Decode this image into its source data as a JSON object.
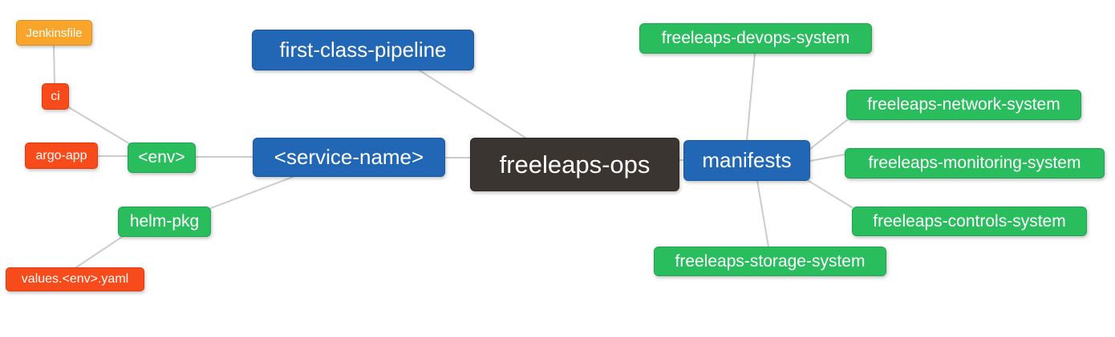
{
  "diagram": {
    "type": "mindmap",
    "background_color": "#ffffff",
    "edge_color": "#cccccc"
  },
  "palette": {
    "root_dark": "#3a3531",
    "branch_blue": "#2267b5",
    "leaf_green": "#2abd5e",
    "leaf_orange": "#f9a42b",
    "leaf_red": "#f84b1b",
    "text": "#ffffff"
  },
  "nodes": [
    {
      "id": "freeleaps-ops",
      "label": "freeleaps-ops",
      "level": 0,
      "color": "root_dark"
    },
    {
      "id": "first-class-pipeline",
      "label": "first-class-pipeline",
      "level": 1,
      "color": "branch_blue"
    },
    {
      "id": "service-name",
      "label": "<service-name>",
      "level": 1,
      "color": "branch_blue"
    },
    {
      "id": "manifests",
      "label": "manifests",
      "level": 1,
      "color": "branch_blue"
    },
    {
      "id": "env",
      "label": "<env>",
      "level": 2,
      "color": "leaf_green"
    },
    {
      "id": "helm-pkg",
      "label": "helm-pkg",
      "level": 2,
      "color": "leaf_green"
    },
    {
      "id": "ci",
      "label": "ci",
      "level": 3,
      "color": "leaf_red"
    },
    {
      "id": "argo-app",
      "label": "argo-app",
      "level": 3,
      "color": "leaf_red"
    },
    {
      "id": "jenkinsfile",
      "label": "Jenkinsfile",
      "level": 4,
      "color": "leaf_orange"
    },
    {
      "id": "values-env-yaml",
      "label": "values.<env>.yaml",
      "level": 3,
      "color": "leaf_red"
    },
    {
      "id": "freeleaps-devops-system",
      "label": "freeleaps-devops-system",
      "level": 2,
      "color": "leaf_green"
    },
    {
      "id": "freeleaps-network-system",
      "label": "freeleaps-network-system",
      "level": 2,
      "color": "leaf_green"
    },
    {
      "id": "freeleaps-monitoring-system",
      "label": "freeleaps-monitoring-system",
      "level": 2,
      "color": "leaf_green"
    },
    {
      "id": "freeleaps-controls-system",
      "label": "freeleaps-controls-system",
      "level": 2,
      "color": "leaf_green"
    },
    {
      "id": "freeleaps-storage-system",
      "label": "freeleaps-storage-system",
      "level": 2,
      "color": "leaf_green"
    }
  ],
  "edges": [
    [
      "jenkinsfile",
      "ci"
    ],
    [
      "ci",
      "env"
    ],
    [
      "argo-app",
      "env"
    ],
    [
      "env",
      "service-name"
    ],
    [
      "helm-pkg",
      "service-name"
    ],
    [
      "values-env-yaml",
      "helm-pkg"
    ],
    [
      "first-class-pipeline",
      "freeleaps-ops"
    ],
    [
      "service-name",
      "freeleaps-ops"
    ],
    [
      "freeleaps-ops",
      "manifests"
    ],
    [
      "manifests",
      "freeleaps-devops-system"
    ],
    [
      "manifests",
      "freeleaps-network-system"
    ],
    [
      "manifests",
      "freeleaps-monitoring-system"
    ],
    [
      "manifests",
      "freeleaps-controls-system"
    ],
    [
      "manifests",
      "freeleaps-storage-system"
    ]
  ]
}
